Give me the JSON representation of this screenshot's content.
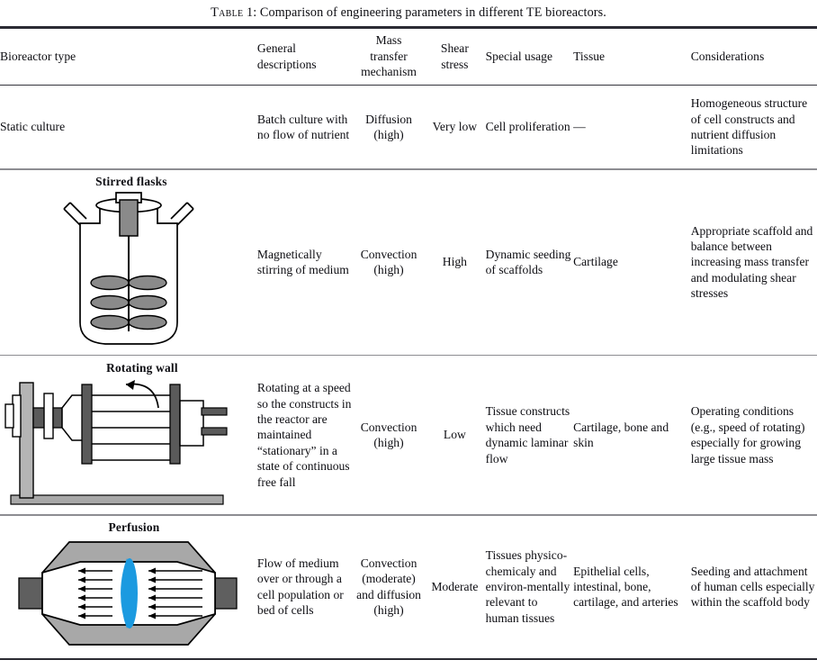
{
  "caption": {
    "label_word": "Table",
    "number_and_text": " 1: Comparison of engineering parameters in different TE bioreactors."
  },
  "table": {
    "headers": [
      "Bioreactor type",
      "General\ndescriptions",
      "Mass\ntransfer\nmechanism",
      "Shear\nstress",
      "Special usage",
      "Tissue",
      "Considerations"
    ],
    "headers_flat": {
      "col1": "Bioreactor type",
      "col2_line1": "General",
      "col2_line2": "descriptions",
      "col3_line1": "Mass",
      "col3_line2": "transfer",
      "col3_line3": "mechanism",
      "col4_line1": "Shear",
      "col4_line2": "stress",
      "col5": "Special usage",
      "col6": "Tissue",
      "col7": "Considerations"
    },
    "rows": [
      {
        "bioreactor_type": "Static culture",
        "diagram": null,
        "diagram_label": null,
        "general_descriptions": "Batch culture with no flow of nutrient",
        "mass_transfer_mechanism": "Diffusion (high)",
        "shear_stress": "Very low",
        "special_usage": "Cell proliferation",
        "tissue": "—",
        "considerations": "Homogeneous structure of cell constructs and nutrient diffusion limitations"
      },
      {
        "bioreactor_type": "",
        "diagram": "stirred-flask-diagram",
        "diagram_label": "Stirred flasks",
        "general_descriptions": "Magnetically stirring of medium",
        "mass_transfer_mechanism": "Convection (high)",
        "shear_stress": "High",
        "special_usage": "Dynamic seeding of scaffolds",
        "tissue": "Cartilage",
        "considerations": "Appropriate scaffold and balance between increasing mass transfer and modulating shear stresses"
      },
      {
        "bioreactor_type": "",
        "diagram": "rotating-wall-vessel-diagram",
        "diagram_label": "Rotating wall",
        "general_descriptions": "Rotating at a speed so the constructs in the reactor are maintained “stationary” in a state of continuous free fall",
        "mass_transfer_mechanism": "Convection (high)",
        "shear_stress": "Low",
        "special_usage": "Tissue constructs which need dynamic laminar flow",
        "tissue": "Cartilage, bone and skin",
        "considerations": "Operating conditions (e.g., speed of rotating) especially for growing large tissue mass"
      },
      {
        "bioreactor_type": "",
        "diagram": "perfusion-chamber-diagram",
        "diagram_label": "Perfusion",
        "general_descriptions": "Flow of medium over or through a cell population or bed of cells",
        "mass_transfer_mechanism": "Convection (moderate) and diffusion (high)",
        "shear_stress": "Moderate",
        "special_usage": "Tissues physico-chemicaly and environ-mentally relevant to human tissues",
        "tissue": "Epithelial cells, intestinal, bone, cartilage, and arteries",
        "considerations": "Seeding and attachment of human cells especially within the scaffold body"
      }
    ]
  },
  "colors": {
    "text": "#0d0d12",
    "rule_dark": "#2b2b33",
    "rule_light": "#8d8d92",
    "diagram_gray": "#a8a8a8",
    "diagram_dark_gray": "#5a5a5a",
    "diagram_blue": "#1b9ae0",
    "diagram_outline": "#000000",
    "background": "#ffffff"
  }
}
